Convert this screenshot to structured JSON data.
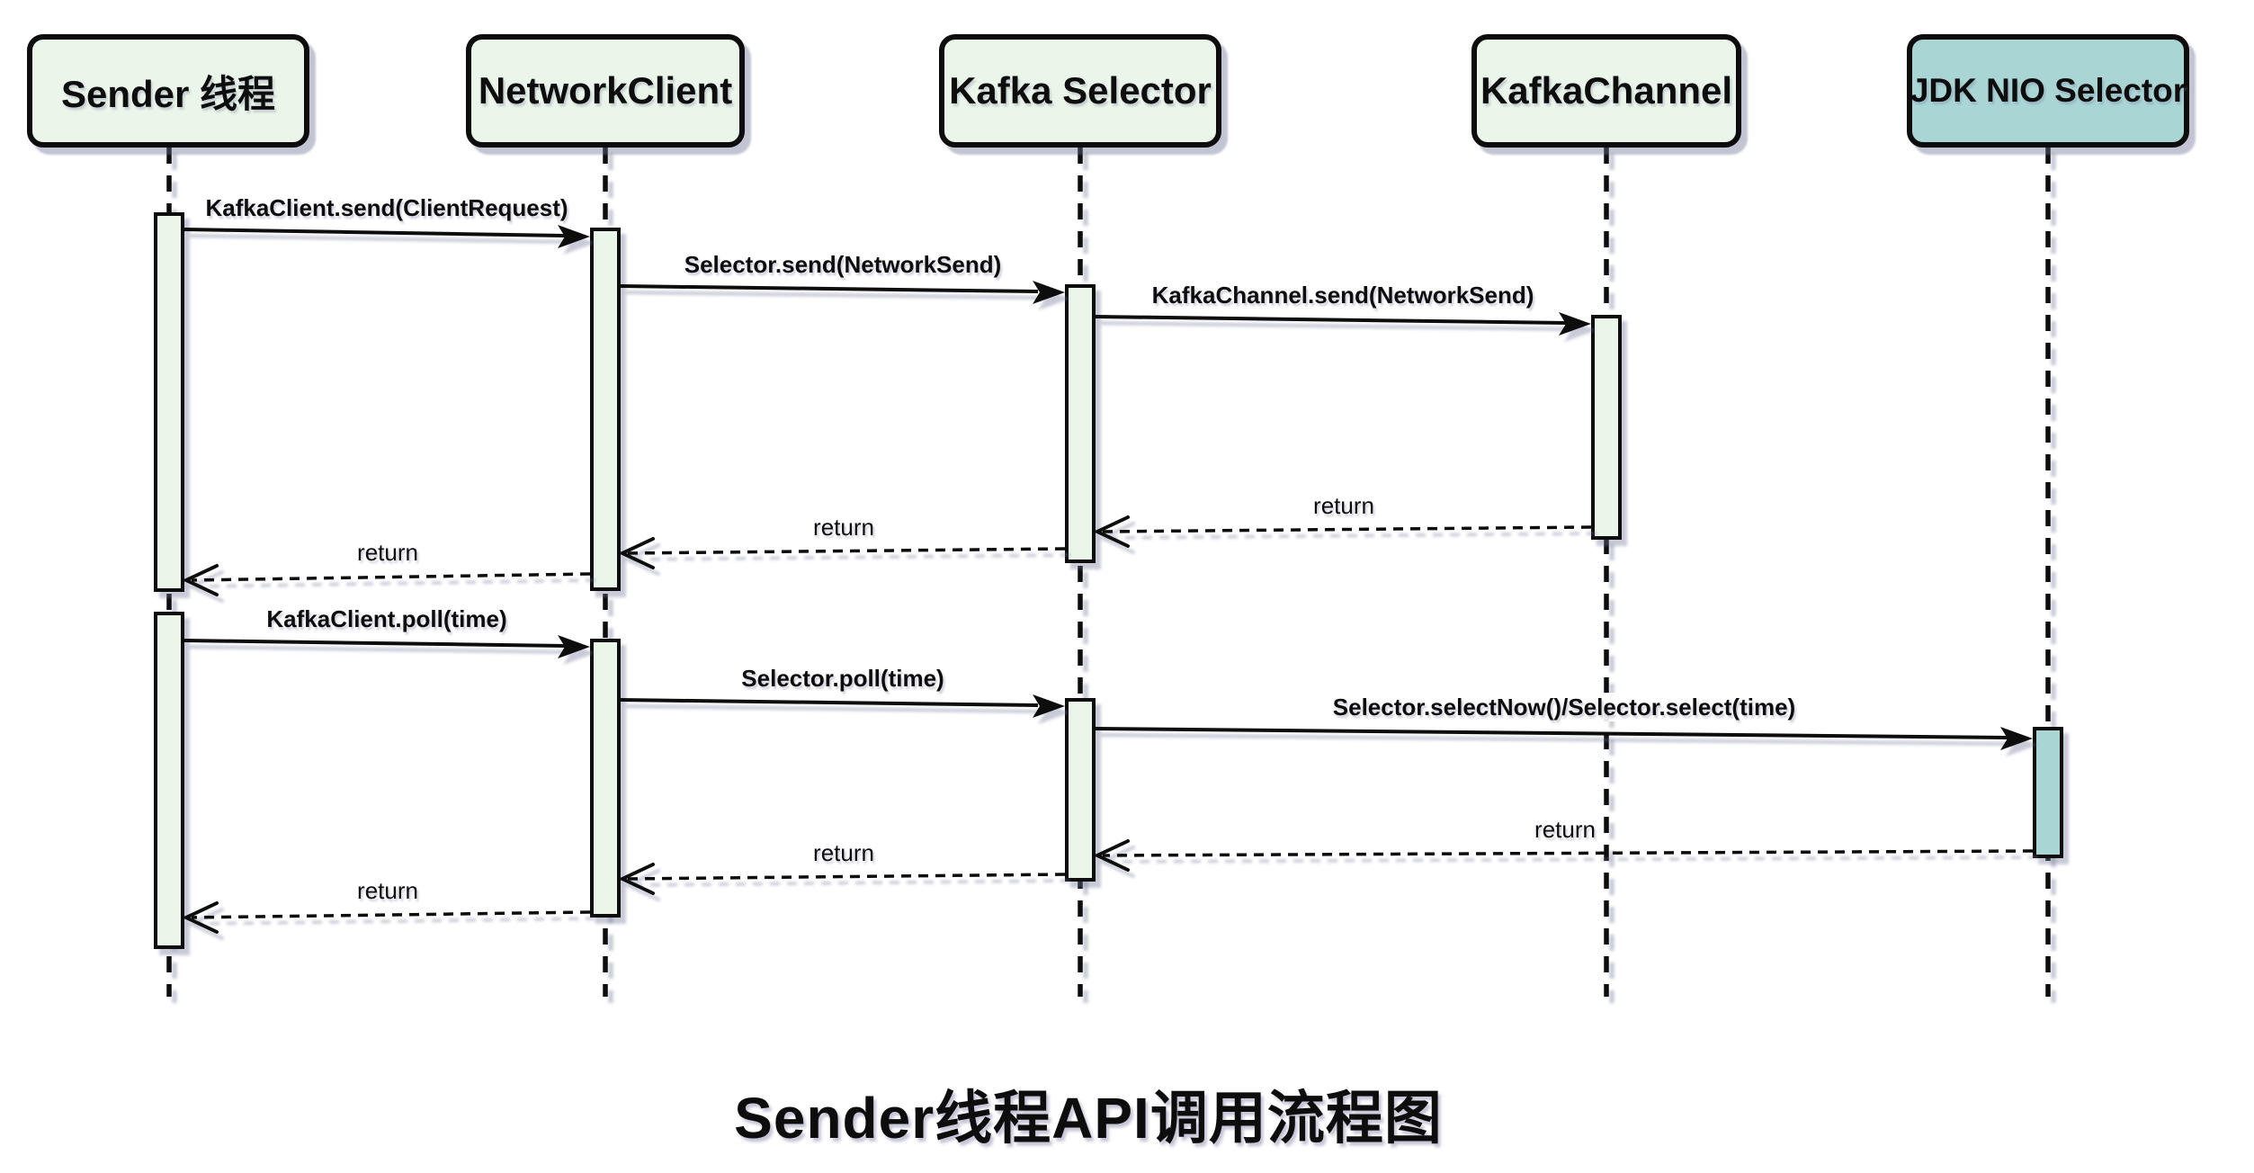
{
  "title": "Sender线程API调用流程图",
  "colors": {
    "background": "#ffffff",
    "participant_fill": "#eaf6ea",
    "highlight_fill": "#a9d6d5",
    "stroke": "#0d0d0d",
    "shadow": "rgba(110,115,150,0.4)"
  },
  "participants": [
    {
      "id": "sender",
      "label": "Sender 线程",
      "style": "default"
    },
    {
      "id": "network-client",
      "label": "NetworkClient",
      "style": "default"
    },
    {
      "id": "kafka-selector",
      "label": "Kafka Selector",
      "style": "default"
    },
    {
      "id": "kafka-channel",
      "label": "KafkaChannel",
      "style": "default"
    },
    {
      "id": "jdk-nio-selector",
      "label": "JDK NIO Selector",
      "style": "highlight"
    }
  ],
  "messages": [
    {
      "from": "sender",
      "to": "network-client",
      "label": "KafkaClient.send(ClientRequest)",
      "type": "call"
    },
    {
      "from": "network-client",
      "to": "kafka-selector",
      "label": "Selector.send(NetworkSend)",
      "type": "call"
    },
    {
      "from": "kafka-selector",
      "to": "kafka-channel",
      "label": "KafkaChannel.send(NetworkSend)",
      "type": "call"
    },
    {
      "from": "kafka-channel",
      "to": "kafka-selector",
      "label": "return",
      "type": "return"
    },
    {
      "from": "kafka-selector",
      "to": "network-client",
      "label": "return",
      "type": "return"
    },
    {
      "from": "network-client",
      "to": "sender",
      "label": "return",
      "type": "return"
    },
    {
      "from": "sender",
      "to": "network-client",
      "label": "KafkaClient.poll(time)",
      "type": "call"
    },
    {
      "from": "network-client",
      "to": "kafka-selector",
      "label": "Selector.poll(time)",
      "type": "call"
    },
    {
      "from": "kafka-selector",
      "to": "jdk-nio-selector",
      "label": "Selector.selectNow()/Selector.select(time)",
      "type": "call"
    },
    {
      "from": "jdk-nio-selector",
      "to": "kafka-selector",
      "label": "return",
      "type": "return"
    },
    {
      "from": "kafka-selector",
      "to": "network-client",
      "label": "return",
      "type": "return"
    },
    {
      "from": "network-client",
      "to": "sender",
      "label": "return",
      "type": "return"
    }
  ]
}
